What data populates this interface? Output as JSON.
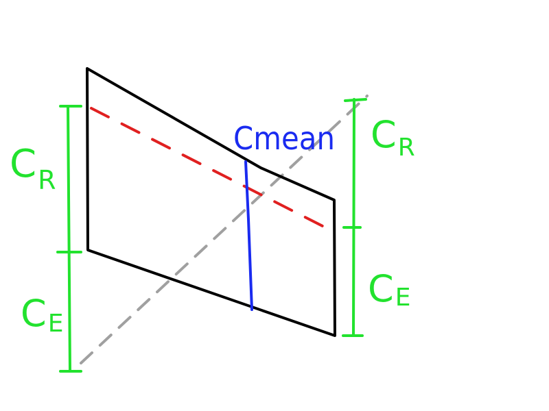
{
  "colors": {
    "background": "#ffffff",
    "outline": "#000000",
    "dimension": "#22e22e",
    "mean_line": "#1a2bf0",
    "dashed_diagonal": "#e02020",
    "dashed_background": "#a0a0a0"
  },
  "labels": {
    "left_top": {
      "main": "C",
      "sub": "R"
    },
    "left_bottom": {
      "main": "C",
      "sub": "E"
    },
    "right_top": {
      "main": "C",
      "sub": "R"
    },
    "right_bottom": {
      "main": "C",
      "sub": "E"
    },
    "mean": "Cmean"
  }
}
